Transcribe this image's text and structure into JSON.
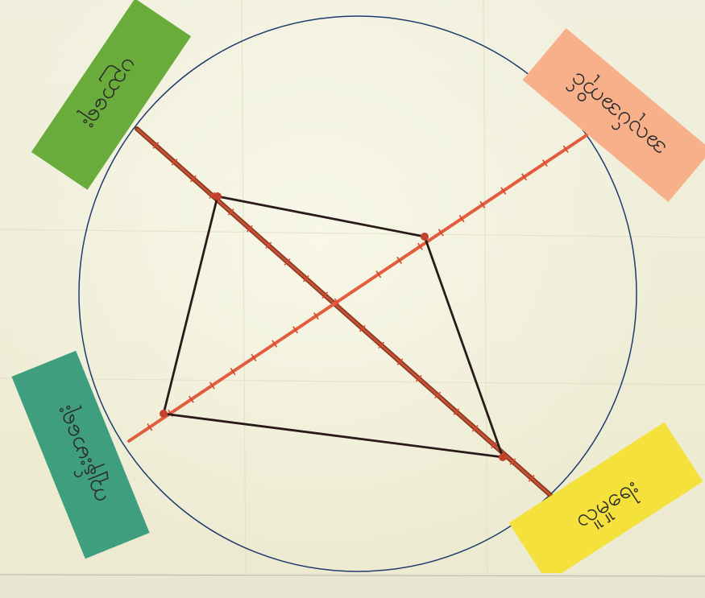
{
  "labels": {
    "green": "ပညာရေး",
    "orange": "အလုပ်အကိုင်",
    "teal": "ကျန်းမာရေး",
    "yellow": "လူမှုရေး"
  },
  "colors": {
    "paper": "#efeed9",
    "circle": "#1f3a6e",
    "axis": "#e25c3e",
    "axis_dark": "#8b3b22",
    "polygon": "#2a1a1a",
    "green_card": "#6aac3b",
    "orange_card": "#f8b08a",
    "teal_card": "#3e9e7d",
    "yellow_card": "#f4e13c"
  },
  "icons": [
    "spider-diagram",
    "label-card"
  ]
}
